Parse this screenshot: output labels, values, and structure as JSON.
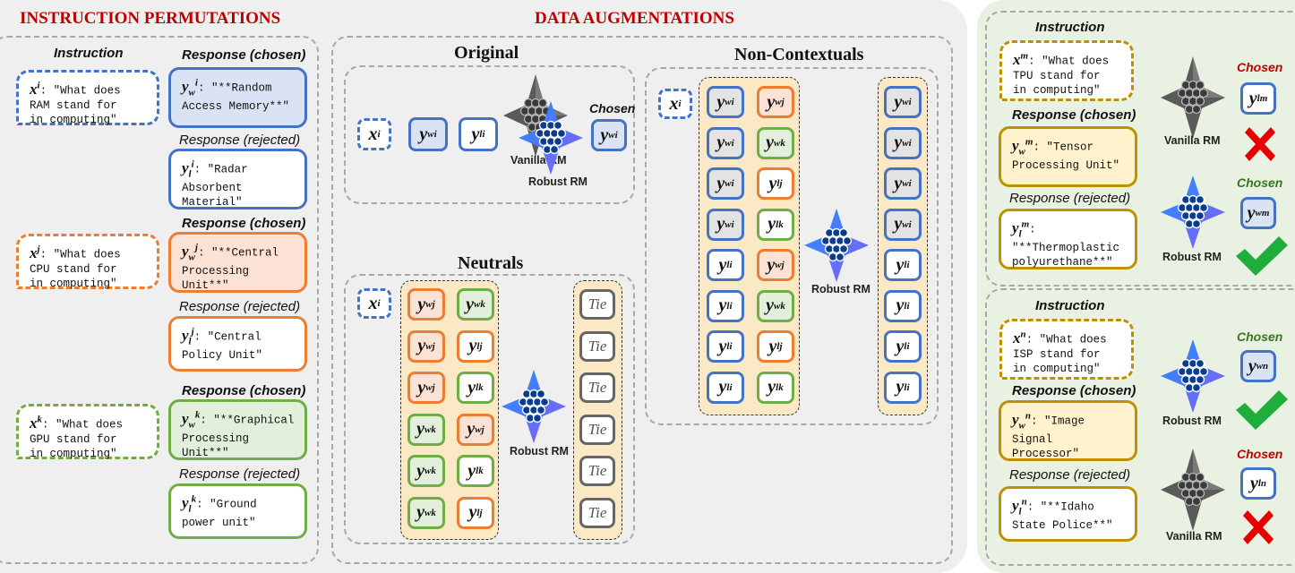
{
  "colors": {
    "blue": "#4472c4",
    "orange": "#ed7d31",
    "green": "#70ad47",
    "gold": "#bf9000",
    "gray": "#6b6b6b",
    "red": "#c00000",
    "darkgreen": "#38761d"
  },
  "titles": {
    "instruction_permutations": "INSTRUCTION PERMUTATIONS",
    "data_augmentations": "DATA AUGMENTATIONS",
    "original": "Original",
    "non_contextuals": "Non-Contextuals",
    "neutrals": "Neutrals"
  },
  "labels": {
    "instruction": "Instruction",
    "response_chosen": "Response (chosen)",
    "response_rejected": "Response (rejected)",
    "chosen": "Chosen",
    "vanilla_rm": "Vanilla RM",
    "robust_rm": "Robust RM",
    "tie": "Tie"
  },
  "left": {
    "instructions": [
      {
        "var": "x",
        "sup": "i",
        "text": ": \"What does\nRAM stand for\nin computing\""
      },
      {
        "var": "x",
        "sup": "j",
        "text": ": \"What does\nCPU stand for\nin computing\""
      },
      {
        "var": "x",
        "sup": "k",
        "text": ": \"What does\nGPU stand for\nin computing\""
      }
    ],
    "responses": [
      {
        "var": "y",
        "sub": "w",
        "sup": "i",
        "text": ": \"**Random\nAccess Memory**\""
      },
      {
        "var": "y",
        "sub": "l",
        "sup": "i",
        "text": ": \"Radar\nAbsorbent\nMaterial\""
      },
      {
        "var": "y",
        "sub": "w",
        "sup": "j",
        "text": ": \"**Central\nProcessing\nUnit**\""
      },
      {
        "var": "y",
        "sub": "l",
        "sup": "j",
        "text": ": \"Central\nPolicy Unit\""
      },
      {
        "var": "y",
        "sub": "w",
        "sup": "k",
        "text": ": \"**Graphical\nProcessing\nUnit**\""
      },
      {
        "var": "y",
        "sub": "l",
        "sup": "k",
        "text": ": \"Ground\npower unit\""
      }
    ]
  },
  "right": {
    "top": {
      "instruction": {
        "var": "x",
        "sup": "m",
        "text": ": \"What does\nTPU stand for\nin computing\""
      },
      "chosen_response": {
        "var": "y",
        "sub": "w",
        "sup": "m",
        "text": ": \"Tensor\nProcessing Unit\""
      },
      "rejected_response": {
        "var": "y",
        "sub": "l",
        "sup": "m",
        "text": ":\n\"**Thermoplastic\npolyurethane**\""
      }
    },
    "bottom": {
      "instruction": {
        "var": "x",
        "sup": "n",
        "text": ": \"What does\nISP stand for\nin computing\""
      },
      "chosen_response": {
        "var": "y",
        "sub": "w",
        "sup": "n",
        "text": ": \"Image\nSignal\nProcessor\""
      },
      "rejected_response": {
        "var": "y",
        "sub": "l",
        "sup": "n",
        "text": ": \"**Idaho\nState Police**\""
      }
    }
  }
}
